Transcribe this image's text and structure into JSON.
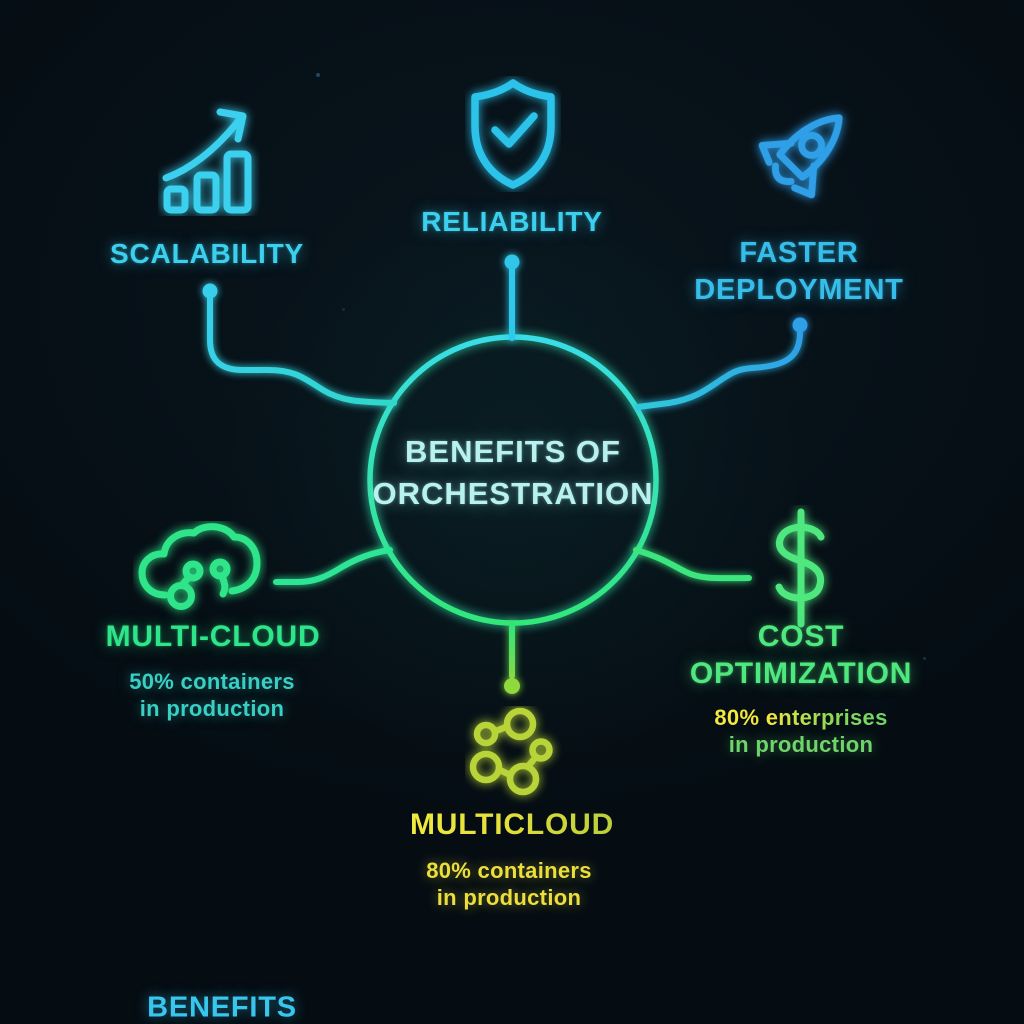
{
  "center": {
    "title_line1": "BENEFITS OF",
    "title_line2": "ORCHESTRATION"
  },
  "nodes": {
    "scalability": {
      "label": "SCALABILITY",
      "icon": "growth-chart-icon",
      "color": "#3bd0ee"
    },
    "reliability": {
      "label": "RELIABILITY",
      "icon": "shield-check-icon",
      "color": "#2cc3ea"
    },
    "faster_deployment": {
      "label_line1": "FASTER",
      "label_line2": "DEPLOYMENT",
      "icon": "rocket-icon",
      "color": "#2f9fe8"
    },
    "multi_cloud": {
      "label": "MULTI-CLOUD",
      "icon": "cloud-nodes-icon",
      "color": "#2ee589",
      "stat_line1": "50% containers",
      "stat_line2": "in production",
      "stat_color": "#38cfc4"
    },
    "cost_optimization": {
      "label_line1": "COST",
      "label_line2": "OPTIMIZATION",
      "icon": "dollar-sign-icon",
      "color": "#4fe87f",
      "stat_line1": "80% enterprises",
      "stat_line2": "in production",
      "stat_colors": [
        "#f2e73c",
        "#6fd46b"
      ]
    },
    "multicloud": {
      "label": "MULTICLOUD",
      "icon": "cluster-rings-icon",
      "color": "#b8d438",
      "stat_line1": "80% containers",
      "stat_line2": "in production",
      "stat_color": "#ecdf3c"
    }
  },
  "footer": {
    "label": "BENEFITS",
    "color": "#38c5ee"
  },
  "colors": {
    "bg": "#050d13",
    "cyan": "#3bd0ee",
    "blue": "#2f9fe8",
    "blue-text": "#36bdea",
    "green": "#2ee589",
    "money-green": "#4fe87f",
    "teal": "#38cfc4",
    "yellow": "#ecdf3c",
    "yellow-green": "#b8d438",
    "ring-top": "#38dde8",
    "ring-bottom": "#31e878",
    "center-text": "#b8f2ef",
    "footer-cyan": "#38c5ee"
  }
}
